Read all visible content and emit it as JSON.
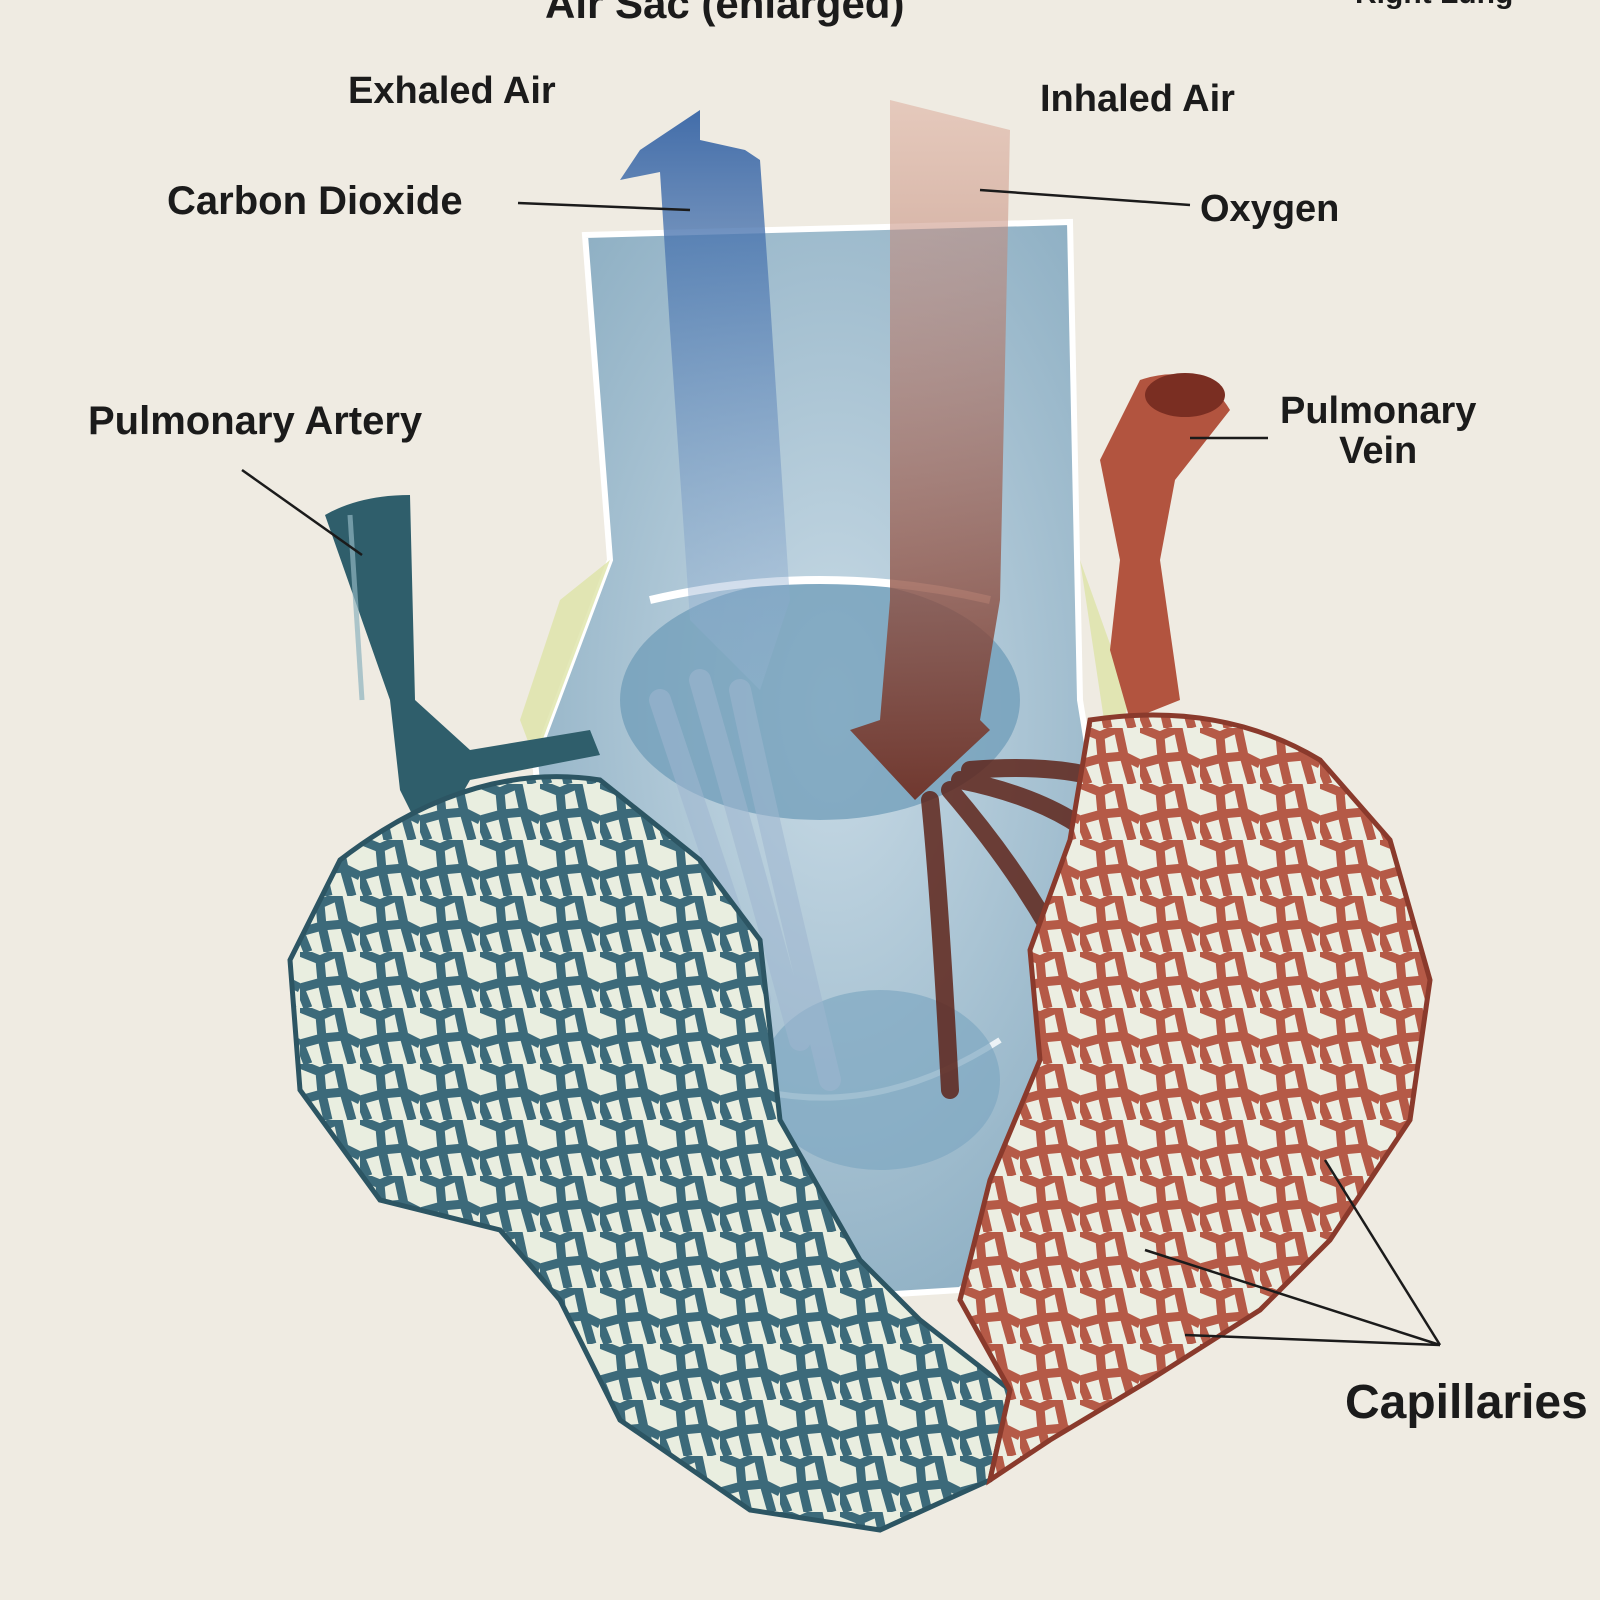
{
  "labels": {
    "title": "Air Sac (enlarged)",
    "top_right": "Right Lung",
    "exhaled_air": "Exhaled Air",
    "carbon_dioxide": "Carbon Dioxide",
    "inhaled_air": "Inhaled Air",
    "oxygen": "Oxygen",
    "pulmonary_artery": "Pulmonary Artery",
    "pulmonary_vein_line1": "Pulmonary",
    "pulmonary_vein_line2": "Vein",
    "capillaries": "Capillaries"
  },
  "colors": {
    "background": "#efebe2",
    "artery_blue": "#3f6f80",
    "vein_red": "#b35a48",
    "air_sac_blue": "#a9c3d4",
    "co2_blue": "#3a66a6",
    "oxygen_red": "#b06a55",
    "alveolus_yellow": "#dde3a8"
  }
}
